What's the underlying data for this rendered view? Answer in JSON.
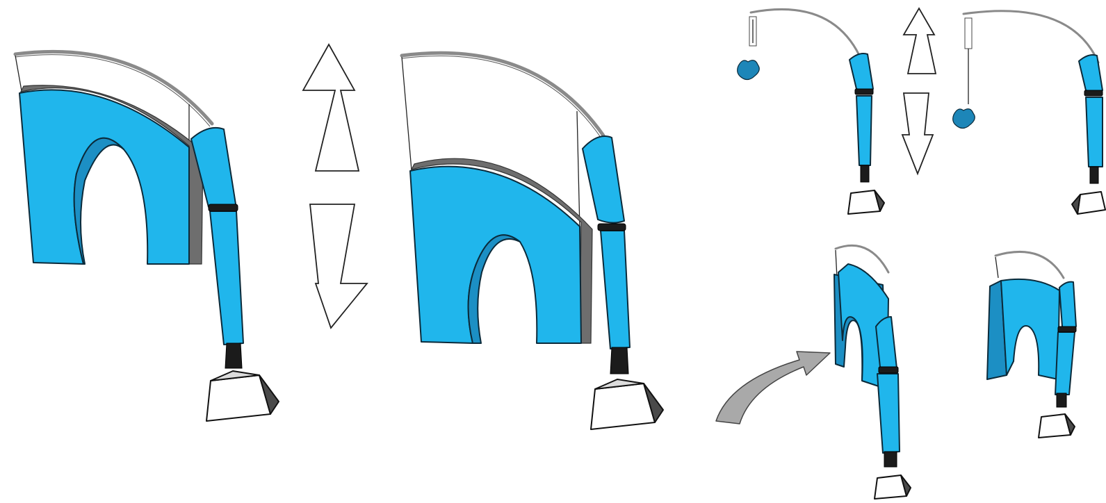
{
  "colors": {
    "component_blue": "#20b6ec",
    "component_blue_dark": "#1c8fc4",
    "rod_gray": "#8a8a8a",
    "base_dark": "#4a4a4a",
    "background": "#ffffff"
  },
  "panels": [
    {
      "name": "large-view-arch-lowered"
    },
    {
      "name": "large-view-arch-raised"
    },
    {
      "name": "small-view-weight-lowered"
    },
    {
      "name": "small-view-weight-raised"
    },
    {
      "name": "small-view-arch-angled"
    },
    {
      "name": "small-view-arch-folded"
    }
  ],
  "icons": [
    "up-arrow-icon",
    "down-arrow-icon",
    "curved-rotate-arrow-icon"
  ]
}
